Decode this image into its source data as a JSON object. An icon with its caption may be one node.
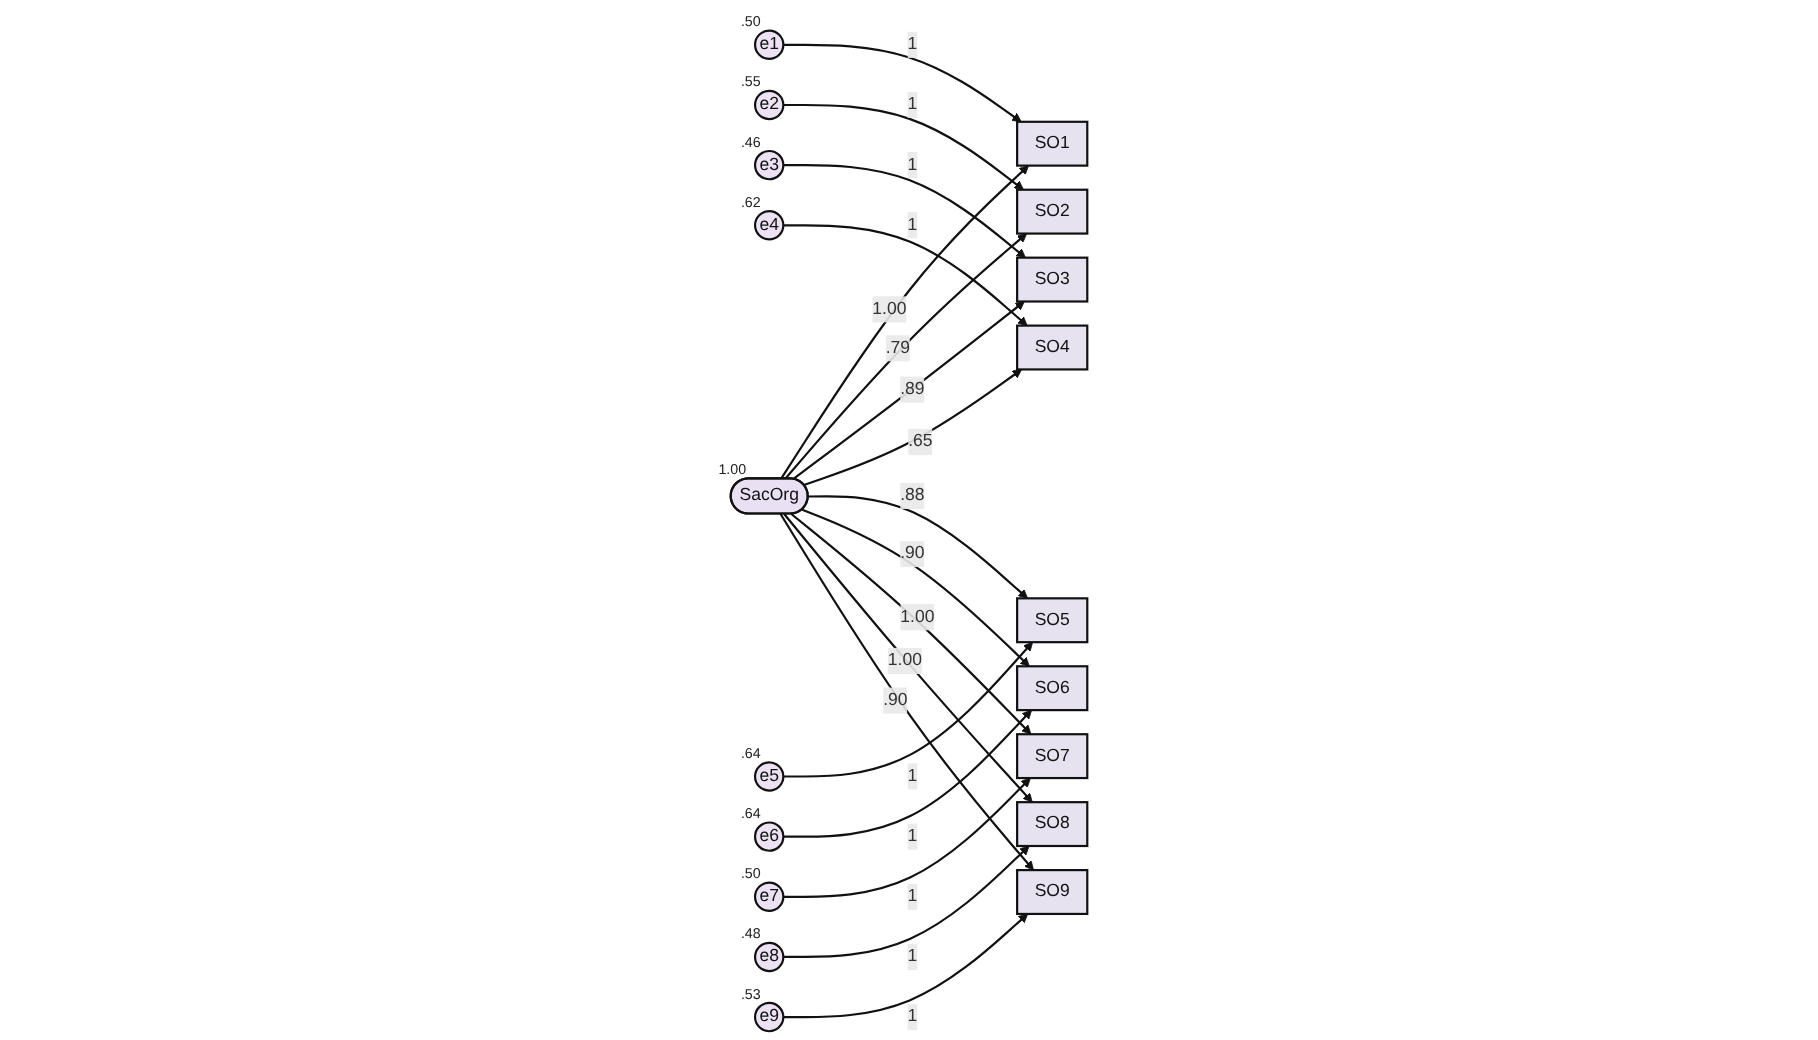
{
  "diagram": {
    "nodes": [
      {
        "text": [
          "SacOrg"
        ],
        "beside": [
          "1.00"
        ]
      },
      {
        "text": [
          "SO1"
        ]
      },
      {
        "text": [
          "SO2"
        ]
      },
      {
        "text": [
          "SO3"
        ]
      },
      {
        "text": [
          "SO4"
        ]
      },
      {
        "text": [
          "SO5"
        ]
      },
      {
        "text": [
          "SO6"
        ]
      },
      {
        "text": [
          "SO7"
        ]
      },
      {
        "text": [
          "SO8"
        ]
      },
      {
        "text": [
          "SO9"
        ]
      },
      {
        "text": [
          "e1"
        ],
        "beside": [
          ".50"
        ]
      },
      {
        "text": [
          "e2"
        ],
        "beside": [
          ".55"
        ]
      },
      {
        "text": [
          "e3"
        ],
        "beside": [
          ".46"
        ]
      },
      {
        "text": [
          "e4"
        ],
        "beside": [
          ".62"
        ]
      },
      {
        "text": [
          "e5"
        ],
        "beside": [
          ".64"
        ]
      },
      {
        "text": [
          "e6"
        ],
        "beside": [
          ".64"
        ]
      },
      {
        "text": [
          "e7"
        ],
        "beside": [
          ".50"
        ]
      },
      {
        "text": [
          "e8"
        ],
        "beside": [
          ".48"
        ]
      },
      {
        "text": [
          "e9"
        ],
        "beside": [
          ".53"
        ]
      }
    ],
    "edges": [
      {
        "from": 0,
        "to": 1,
        "arrow": "to",
        "label": "1.00"
      },
      {
        "from": 0,
        "to": 2,
        "arrow": "to",
        "label": ".79"
      },
      {
        "from": 0,
        "to": 3,
        "arrow": "to",
        "label": ".89"
      },
      {
        "from": 0,
        "to": 4,
        "arrow": "to",
        "label": ".65"
      },
      {
        "from": 0,
        "to": 5,
        "arrow": "to",
        "label": ".88"
      },
      {
        "from": 0,
        "to": 6,
        "arrow": "to",
        "label": ".90"
      },
      {
        "from": 0,
        "to": 7,
        "arrow": "to",
        "label": "1.00"
      },
      {
        "from": 0,
        "to": 8,
        "arrow": "to",
        "label": "1.00"
      },
      {
        "from": 0,
        "to": 9,
        "arrow": "to",
        "label": ".90"
      },
      {
        "from": 10,
        "to": 1,
        "arrow": "to",
        "label": "1"
      },
      {
        "from": 11,
        "to": 2,
        "arrow": "to",
        "label": "1"
      },
      {
        "from": 12,
        "to": 3,
        "arrow": "to",
        "label": "1"
      },
      {
        "from": 13,
        "to": 4,
        "arrow": "to",
        "label": "1"
      },
      {
        "from": 14,
        "to": 5,
        "arrow": "to",
        "label": "1"
      },
      {
        "from": 15,
        "to": 6,
        "arrow": "to",
        "label": "1"
      },
      {
        "from": 16,
        "to": 7,
        "arrow": "to",
        "label": "1"
      },
      {
        "from": 17,
        "to": 8,
        "arrow": "to",
        "label": "1"
      },
      {
        "from": 18,
        "to": 9,
        "arrow": "to",
        "label": "1"
      }
    ]
  }
}
